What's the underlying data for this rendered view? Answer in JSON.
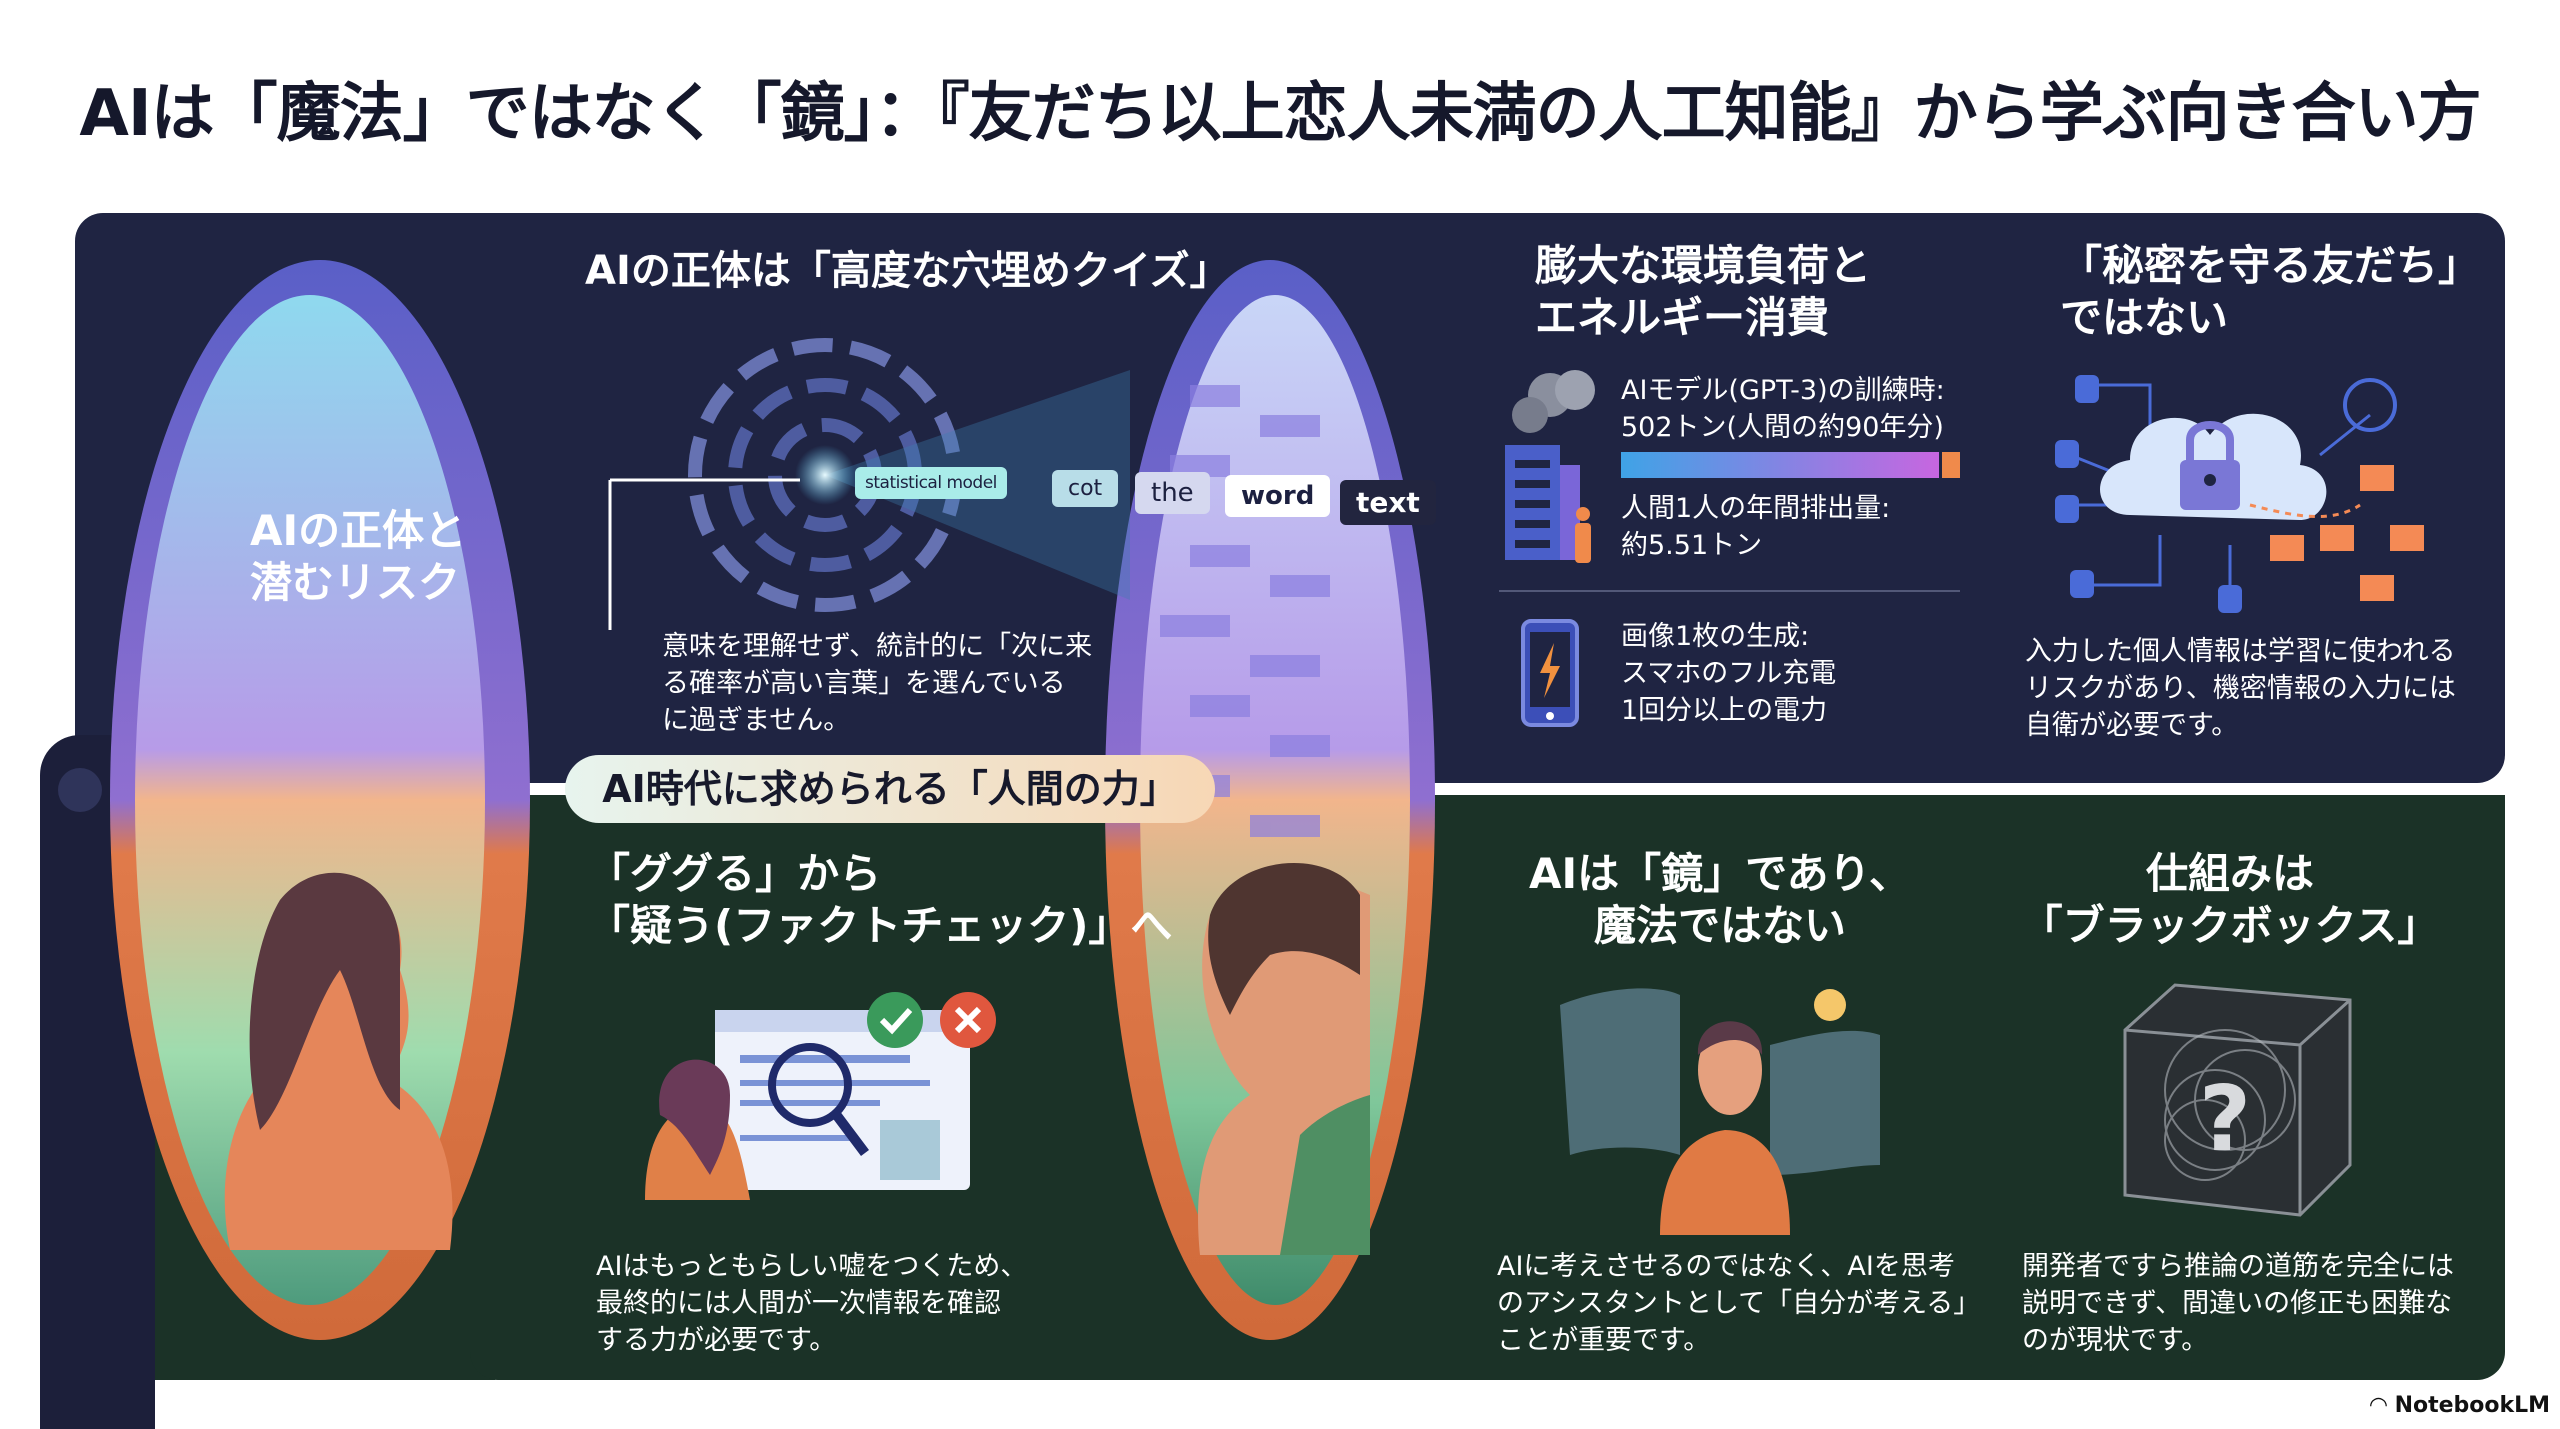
{
  "title": "AIは「魔法」ではなく「鏡」：『友だち以上恋人未満の人工知能』から学ぶ向き合い方",
  "left_label": [
    "AIの正体と",
    "潜むリスク"
  ],
  "center_pill": "AI時代に求められる「人間の力」",
  "quiz": {
    "heading": "AIの正体は「高度な穴埋めクイズ」",
    "chips": [
      "statistical model",
      "cot",
      "the",
      "word",
      "text"
    ],
    "description": [
      "意味を理解せず、統計的に「次に来",
      "る確率が高い言葉」を選んでいる",
      "に過ぎません。"
    ]
  },
  "environment": {
    "heading": [
      "膨大な環境負荷と",
      "エネルギー消費"
    ],
    "training": [
      "AIモデル(GPT-3)の訓練時:",
      "502トン(人間の約90年分)"
    ],
    "human": [
      "人間1人の年間排出量:",
      "約5.51トン"
    ],
    "image": [
      "画像1枚の生成:",
      "スマホのフル充電",
      "1回分以上の電力"
    ],
    "bar_ratio": {
      "ai_tons": 502,
      "human_tons": 5.51
    },
    "colors": {
      "bar_start": "#3fa3e6",
      "bar_end": "#c766e0",
      "human": "#f08a4b"
    }
  },
  "secret": {
    "heading": [
      "「秘密を守る友だち」",
      "ではない"
    ],
    "description": [
      "入力した個人情報は学習に使われる",
      "リスクがあり、機密情報の入力には",
      "自衛が必要です。"
    ]
  },
  "factcheck": {
    "heading": [
      "「ググる」から",
      "「疑う(ファクトチェック)」へ"
    ],
    "description": [
      "AIはもっともらしい嘘をつくため、",
      "最終的には人間が一次情報を確認",
      "する力が必要です。"
    ]
  },
  "mirror": {
    "heading": [
      "AIは「鏡」であり、",
      "魔法ではない"
    ],
    "description": [
      "AIに考えさせるのではなく、AIを思考",
      "のアシスタントとして「自分が考える」",
      "ことが重要です。"
    ]
  },
  "blackbox": {
    "heading": [
      "仕組みは",
      "「ブラックボックス」"
    ],
    "description": [
      "開発者ですら推論の道筋を完全には",
      "説明できず、間違いの修正も困難な",
      "のが現状です。"
    ]
  },
  "brand": "NotebookLM"
}
